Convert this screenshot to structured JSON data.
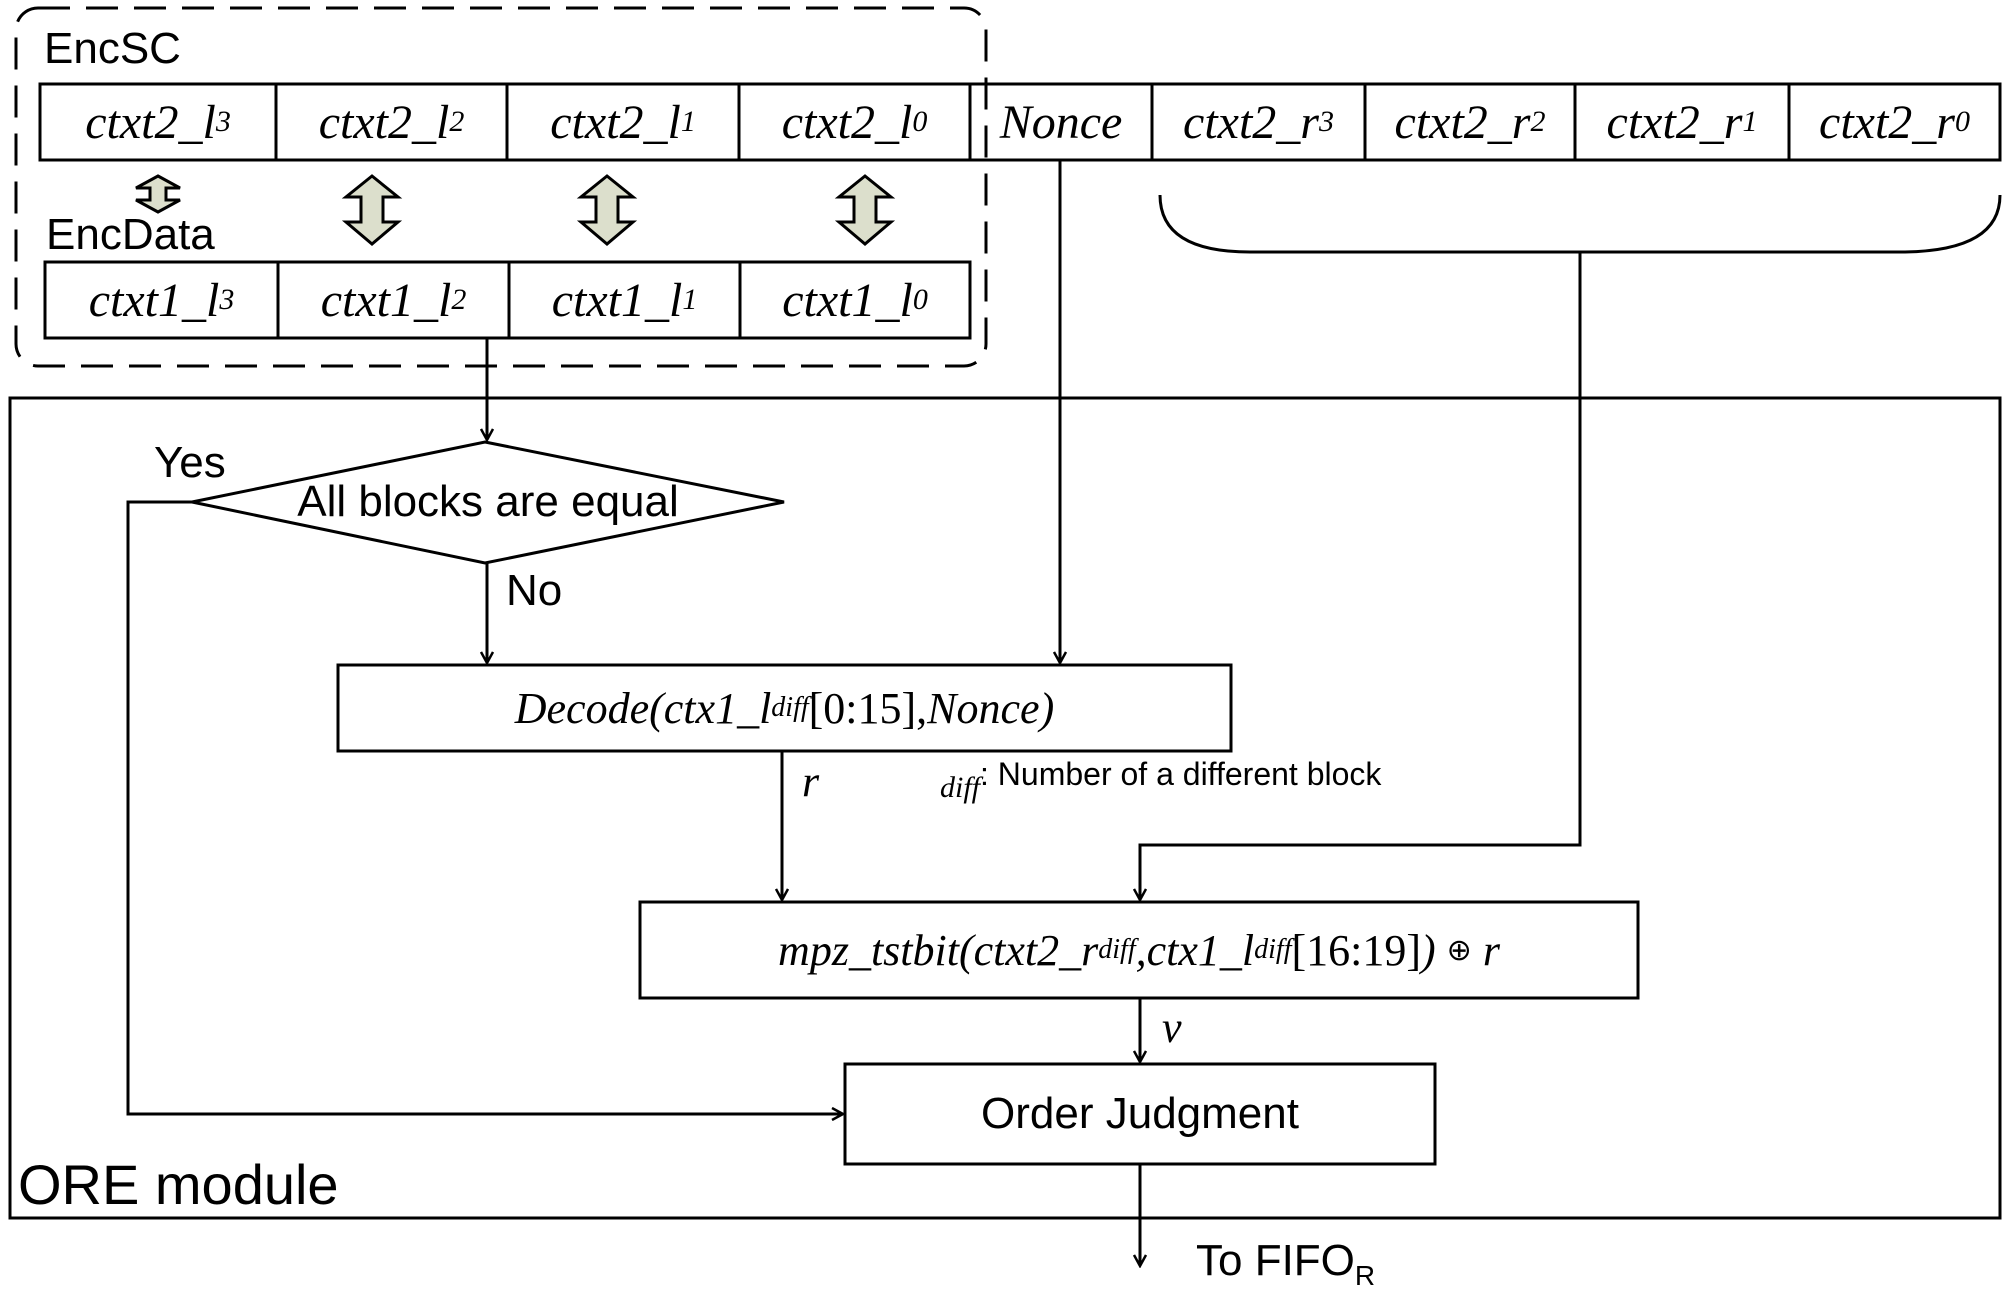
{
  "labels": {
    "encsc": "EncSC",
    "encdata": "EncData",
    "ore_module": "ORE module",
    "yes": "Yes",
    "no": "No",
    "r_out": "r",
    "v_out": "v",
    "to_fifo": "To FIFO",
    "to_fifo_sub": "R",
    "diff_note_sub": "diff",
    "diff_note": ": Number of a different block"
  },
  "encsc_row": [
    {
      "base": "ctxt2_l",
      "sub": "3"
    },
    {
      "base": "ctxt2_l",
      "sub": "2"
    },
    {
      "base": "ctxt2_l",
      "sub": "1"
    },
    {
      "base": "ctxt2_l",
      "sub": "0"
    },
    {
      "base": "Nonce",
      "sub": ""
    },
    {
      "base": "ctxt2_r",
      "sub": "3"
    },
    {
      "base": "ctxt2_r",
      "sub": "2"
    },
    {
      "base": "ctxt2_r",
      "sub": "1"
    },
    {
      "base": "ctxt2_r",
      "sub": "0"
    }
  ],
  "encdata_row": [
    {
      "base": "ctxt1_l",
      "sub": "3"
    },
    {
      "base": "ctxt1_l",
      "sub": "2"
    },
    {
      "base": "ctxt1_l",
      "sub": "1"
    },
    {
      "base": "ctxt1_l",
      "sub": "0"
    }
  ],
  "decision": {
    "text": "All blocks are equal"
  },
  "decode": {
    "fn": "Decode(",
    "arg1": "ctx",
    "arg1b": "1_l",
    "arg1_sub": "diff",
    "range": "[0:15], ",
    "arg2": "Nonce)"
  },
  "tstbit": {
    "fn": "mpz_tstbit(",
    "a": "ctxt2_r",
    "a_sub": "diff",
    "sep": ", ",
    "b": "ctx",
    "b2": "1_l",
    "b_sub": "diff",
    "range": "[16:19]",
    "close": ")",
    "xor": "⊕",
    "r": "r"
  },
  "judgment": {
    "text": "Order Judgment"
  }
}
